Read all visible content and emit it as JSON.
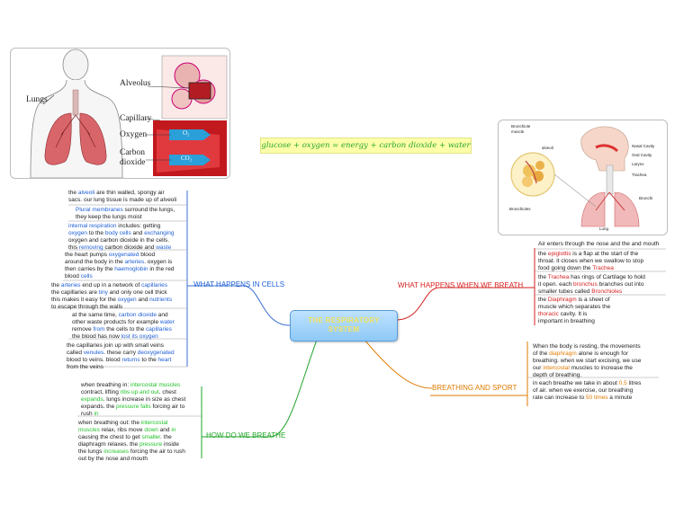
{
  "central": {
    "line1": "THE RESPIRATORY",
    "line2": "SYSTEM"
  },
  "equation": "glucose + oxygen = energy + carbon dioxide + water",
  "lungs_image": {
    "lungs": "Lungs",
    "alveolus": "Alveolus",
    "capillary": "Capillary",
    "oxygen": "Oxygen",
    "carbon": "Carbon",
    "dioxide": "dioxide",
    "o2": "O₂",
    "co2": "CO₂"
  },
  "anatomy_image": {
    "bronchiole": "Bronchiole",
    "muscle": "muscle",
    "alveoli": "alveoli",
    "bronchioles": "Bronchioles",
    "nasal_cavity": "Nasal Cavity",
    "oral_cavity": "Oral Cavity",
    "larynx": "Larynx",
    "trachea": "Trachea",
    "bronchi": "Bronchi",
    "lung": "Lung"
  },
  "branches": {
    "cells": "WHAT HAPPENS IN CELLS",
    "breathe": "HOW DO WE BREATHE",
    "breath": "WHAT HAPPENS WHEN WE BREATH",
    "sport": "BREATHING AND SPORT"
  },
  "colors": {
    "cells": "#1f5fd6",
    "breathe": "#22c22a",
    "breath": "#d61f1f",
    "sport": "#e07a00"
  },
  "notes": {
    "alveoli": {
      "l1a": "the ",
      "l1b": "alveoli",
      "l1c": " are thin walled, spongy air",
      "l2": "sacs. our lung tissue is made up of alveoli"
    },
    "plural": {
      "l1a": "Plural membranes",
      "l1b": " surround the lungs,",
      "l2": "they keep the lungs moist"
    },
    "internal": {
      "l1a": "internal respiration",
      "l1b": " includes: getting",
      "l2a": "oxygen",
      "l2b": " to the ",
      "l2c": "body cells",
      "l2d": " and ",
      "l2e": "exchanging",
      "l3": "oxygen and carbon dioxide in the cells.",
      "l4a": "this ",
      "l4b": "removing",
      "l4c": " carbon dioxide and ",
      "l4d": "waste"
    },
    "heart": {
      "l1a": "the heart pumps ",
      "l1b": "oxygenated",
      "l1c": " blood",
      "l2a": "around the body in the ",
      "l2b": "arteries",
      "l2c": ". oxygen is",
      "l3a": "then carries by the ",
      "l3b": "haemoglobin",
      "l3c": " in the red",
      "l4a": "blood ",
      "l4b": "cells"
    },
    "capillaries": {
      "l1a": "the ",
      "l1b": "arteries",
      "l1c": " end up in a network of ",
      "l1d": "capillaries",
      "l2a": "the capillaries are ",
      "l2b": "tiny",
      "l2c": " and only one cell thick",
      "l3a": "this makes it easy for the ",
      "l3b": "oxygen",
      "l3c": " and ",
      "l3d": "nutrients",
      "l4": "to escape through the walls"
    },
    "sametime": {
      "l1a": "at the same time, ",
      "l1b": "carbon dioxide",
      "l1c": " and",
      "l2a": "other waste products for example ",
      "l2b": "water",
      "l3a": "remove ",
      "l3b": "from",
      "l3c": " the cells to the ",
      "l3d": "capillaries",
      "l4a": "the blood has now ",
      "l4b": "lost its oxygen"
    },
    "venules": {
      "l1": "the capillaries join up with small veins",
      "l2a": "called ",
      "l2b": "venules",
      "l2c": ". these carry ",
      "l2d": "deoxygenated",
      "l3a": "blood to veins. blood ",
      "l3b": "returns",
      "l3c": " to the ",
      "l3d": "heart",
      "l4": "from the veins"
    },
    "breath_in": {
      "l1a": "when breathing in: ",
      "l1b": "intercostal muscles",
      "l2a": "contract, lifting ",
      "l2b": "ribs up and out",
      "l2c": ". chest",
      "l3a": "expands",
      "l3b": ". lungs increase in size as chest",
      "l4a": "expands. the ",
      "l4b": "pressure falls",
      "l4c": " forcing air to",
      "l5a": "rush ",
      "l5b": "in"
    },
    "breath_out": {
      "l1a": "when breathing out:  the ",
      "l1b": "intercostal",
      "l2a": "muscles",
      "l2b": " relax, ribs move ",
      "l2c": "down",
      "l2d": " and ",
      "l2e": "in",
      "l3a": "causing the chest to get ",
      "l3b": "smaller",
      "l3c": ". the",
      "l4a": "diaphragm relaxes. the ",
      "l4b": "pressure",
      "l4c": " inside",
      "l5a": "the lungs ",
      "l5b": "increases",
      "l5c": " forcing the air to rush",
      "l6": "out by the nose and mouth"
    },
    "air": {
      "l1": "Air enters through the nose and the and mouth"
    },
    "epiglottis": {
      "l1a": "the ",
      "l1b": "epiglottis",
      "l1c": " is a flap at the start of the",
      "l2": "throat. it closes when we swallow to stop",
      "l3a": "food going down the ",
      "l3b": "Trachea"
    },
    "trachea": {
      "l1a": "the ",
      "l1b": "Trachea",
      "l1c": " has rings of Cartilage to hold",
      "l2a": "it open. each ",
      "l2b": "bronchus",
      "l2c": " branches out into",
      "l3a": "smaller tubes called ",
      "l3b": "Bronchioles"
    },
    "diaphragm": {
      "l1a": "the ",
      "l1b": "Diaphragm",
      "l1c": " is a sheet of",
      "l2": "muscle which separates the",
      "l3a": "thoracic",
      "l3b": " cavity. It is",
      "l4": "important in breathing"
    },
    "resting": {
      "l1": "When the body is resting, the movements",
      "l2a": "of the ",
      "l2b": "diaphragm",
      "l2c": " alone is enough for",
      "l3": "breathing. when we start excising, we use",
      "l4a": "our ",
      "l4b": "intercostal",
      "l4c": " muscles to increase the",
      "l5": "depth of breathing."
    },
    "eachbreath": {
      "l1a": "in each breathe we take in about ",
      "l1b": "0.5",
      "l1c": " litres",
      "l2": "of air. when we exercise, our breathing",
      "l3a": "rate can increase to ",
      "l3b": "50 times",
      "l3c": " a minute"
    }
  }
}
